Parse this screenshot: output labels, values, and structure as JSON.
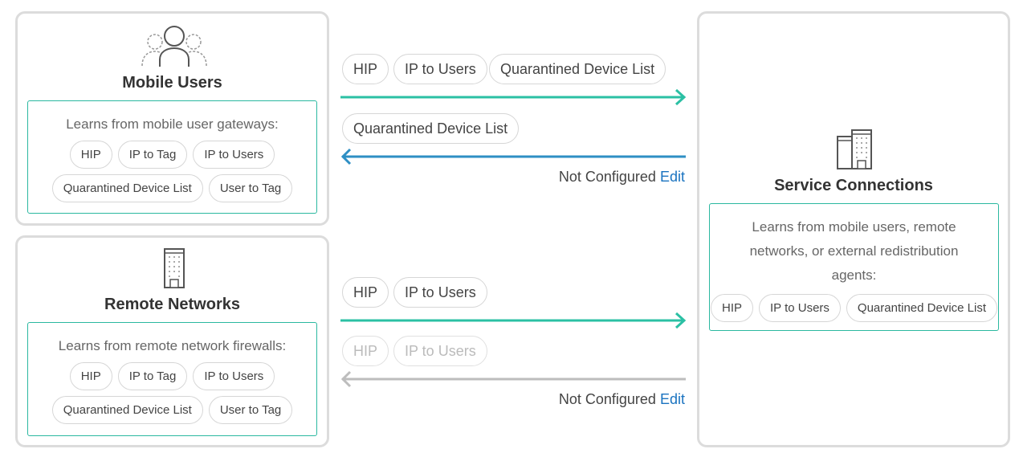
{
  "mobile_users": {
    "title": "Mobile Users",
    "icon": "users-group-icon",
    "learns_text": "Learns from mobile user gateways:",
    "tags_row1": [
      "HIP",
      "IP to Tag",
      "IP to Users"
    ],
    "tags_row2": [
      "Quarantined Device List",
      "User to Tag"
    ]
  },
  "remote_networks": {
    "title": "Remote Networks",
    "icon": "building-icon",
    "learns_text": "Learns from remote network firewalls:",
    "tags_row1": [
      "HIP",
      "IP to Tag",
      "IP to Users"
    ],
    "tags_row2": [
      "Quarantined Device List",
      "User to Tag"
    ]
  },
  "service_connections": {
    "title": "Service Connections",
    "icon": "buildings-icon",
    "learns_text": "Learns from mobile users, remote networks, or external redistribution agents:",
    "tags": [
      "HIP",
      "IP to Users",
      "Quarantined Device List"
    ]
  },
  "mobile_flow": {
    "outbound_tags": [
      "HIP",
      "IP to Users",
      "Quarantined Device List"
    ],
    "inbound_tags": [
      "Quarantined Device List"
    ],
    "status": "Not Configured",
    "edit_label": "Edit"
  },
  "remote_flow": {
    "outbound_tags": [
      "HIP",
      "IP to Users"
    ],
    "inbound_tags_disabled": [
      "HIP",
      "IP to Users"
    ],
    "status": "Not Configured",
    "edit_label": "Edit"
  },
  "colors": {
    "outbound_arrow": "#2bc0a4",
    "inbound_arrow": "#2e8fc4",
    "disabled_arrow": "#bdbdbd",
    "inner_border": "#2bb8a0",
    "edit_link": "#1a73c0"
  }
}
